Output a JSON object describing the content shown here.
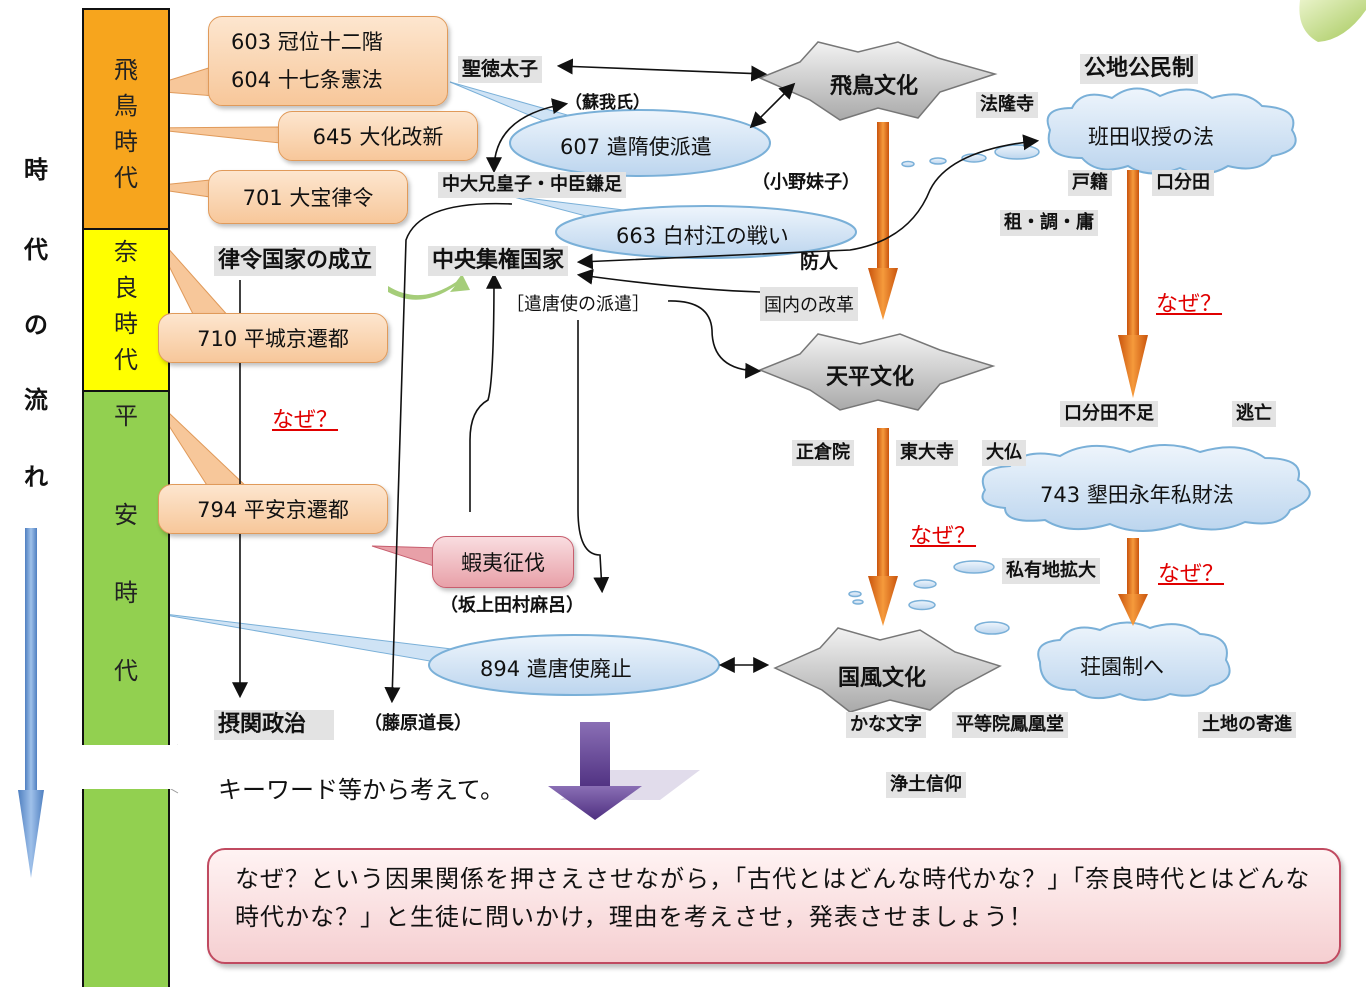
{
  "side_title": [
    "時",
    "代",
    "の",
    "流",
    "れ"
  ],
  "eras": [
    {
      "key": "asuka",
      "chars": [
        "飛",
        "鳥",
        "時",
        "代"
      ],
      "color": "#f7a51d"
    },
    {
      "key": "nara",
      "chars": [
        "奈",
        "良",
        "時",
        "代"
      ],
      "color": "#ffff00"
    },
    {
      "key": "heian",
      "chars": [
        "平",
        "安",
        "時",
        "代"
      ],
      "color": "#92d050"
    }
  ],
  "callouts": {
    "c603": "603 冠位十二階",
    "c604": "604 十七条憲法",
    "c645": "645 大化改新",
    "c701": "701 大宝律令",
    "c710": "710 平城京遷都",
    "c794": "794 平安京遷都",
    "ezo": "蝦夷征伐"
  },
  "clouds": {
    "kenzui": "607 遣隋使派遣",
    "hakusonko": "663 白村江の戦い",
    "haishi": "894 遣唐使廃止",
    "handen": "班田収授の法",
    "konden": "743 墾田永年私財法",
    "shoen": "荘園制へ"
  },
  "stars": {
    "asuka": "飛鳥文化",
    "tenpyo": "天平文化",
    "kokufu": "国風文化"
  },
  "labels": {
    "shotoku": "聖徳太子",
    "soga": "（蘇我氏）",
    "nakano": "中大兄皇子・中臣鎌足",
    "onono": "（小野妹子）",
    "ritsuryo": "律令国家の成立",
    "chuo": "中央集権国家",
    "kento": "［遣唐使の派遣］",
    "kokunai": "国内の改革",
    "sakimori": "防人",
    "horyuji": "法隆寺",
    "kochi": "公地公民制",
    "koseki": "戸籍",
    "kubunden": "口分田",
    "so": "租・調・庸",
    "fusoku": "口分田不足",
    "tobo": "逃亡",
    "shosoin": "正倉院",
    "todaiji": "東大寺",
    "daibutsu": "大仏",
    "shiyu": "私有地拡大",
    "sakanoue": "（坂上田村麻呂）",
    "sekkan": "摂関政治",
    "fujiwara": "（藤原道長）",
    "kana": "かな文字",
    "byodoin": "平等院鳳凰堂",
    "kishin": "土地の寄進",
    "jodo": "浄土信仰",
    "keyword": "キーワード等から考えて。"
  },
  "why": [
    "なぜ？",
    "なぜ？",
    "なぜ？",
    "なぜ？"
  ],
  "message": "なぜ？という因果関係を押さえさせながら，「古代とはどんな時代かな？」「奈良時代とはどんな時代かな？」と生徒に問いかけ，理由を考えさせ，発表させましょう！",
  "colors": {
    "orange_arrow": "#e8761a",
    "cloud_fill": "#cfe3f5",
    "cloud_stroke": "#7ab0d8",
    "star_fill": "#cfcfcf",
    "why_red": "#e00000"
  }
}
